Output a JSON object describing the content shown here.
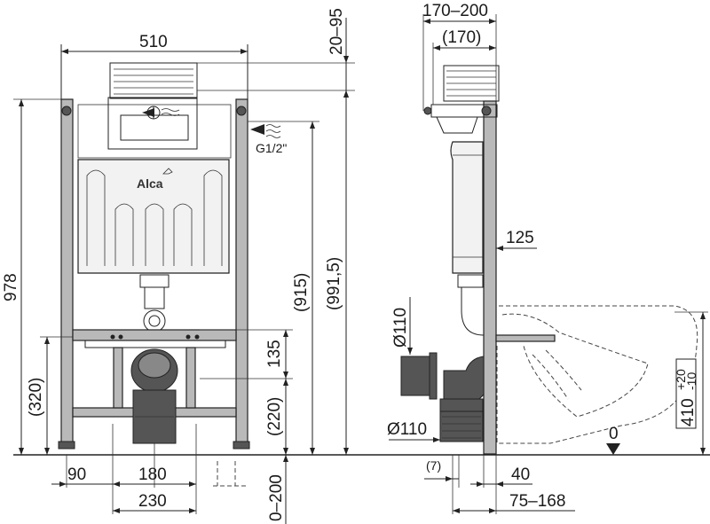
{
  "brand": "Alca",
  "connection": "G1/2\"",
  "front": {
    "width": "510",
    "top_gap": "20–95",
    "height_total": "978",
    "h_320": "(320)",
    "h_915": "(915)",
    "h_991": "(991,5)",
    "h_135": "135",
    "h_220": "(220)",
    "w_90": "90",
    "w_180": "180",
    "w_230": "230",
    "adj_0_200": "0–200"
  },
  "side": {
    "depth_outer": "170–200",
    "depth_inner": "(170)",
    "d_125": "125",
    "pipe_top": "Ø110",
    "pipe_bottom": "Ø110",
    "d_7": "(7)",
    "d_40": "40",
    "d_75_168": "75–168",
    "zero": "0",
    "h_410": "410",
    "tol_plus": "+20",
    "tol_minus": "-10"
  }
}
